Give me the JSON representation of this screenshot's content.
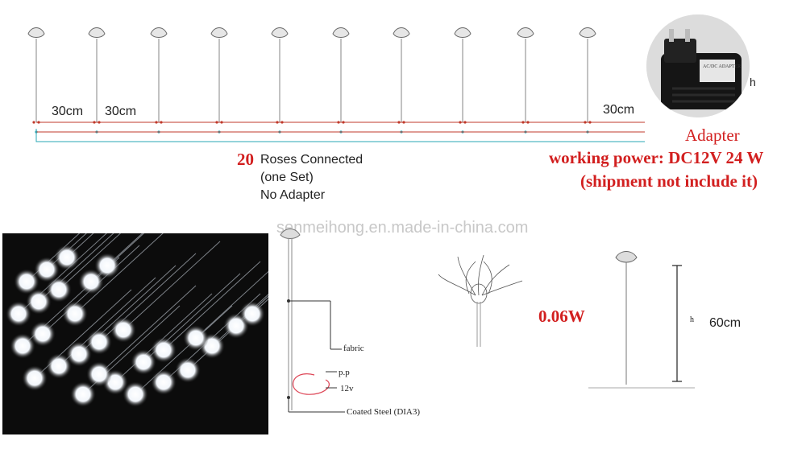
{
  "top_diagram": {
    "spacing_labels": [
      "30cm",
      "30cm",
      "30cm"
    ],
    "count": "20",
    "connected_text": "Roses Connected",
    "set_text": "(one Set)",
    "no_adapter_text": "No Adapter"
  },
  "adapter": {
    "title": "Adapter",
    "power": "working power: DC12V 24 W",
    "shipment_note": "(shipment not include it)",
    "label_text": "AC/DC ADAPTER",
    "cut_off_letter": "h"
  },
  "watermark": "senmeihong.en.made-in-china.com",
  "structure_diagram": {
    "labels": [
      "fabric",
      "p.p",
      "12v",
      "Coated Steel (DIA3)"
    ]
  },
  "flower_power": "0.06W",
  "height_diagram": {
    "h_label": "h",
    "height_value": "60cm"
  },
  "colors": {
    "accent_red": "#d21f1f",
    "wire_red": "#c0392b",
    "wire_cyan": "#2aa7b5",
    "line_gray": "#999999"
  }
}
